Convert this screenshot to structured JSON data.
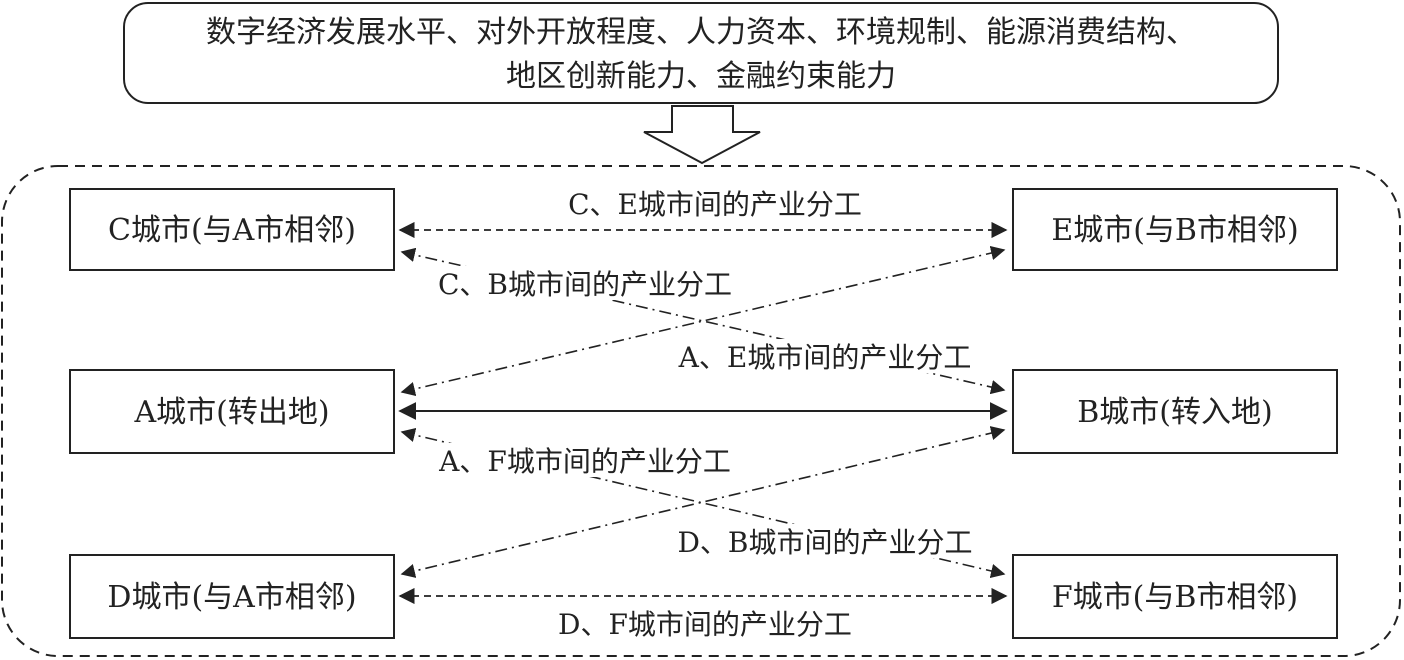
{
  "top_factors": {
    "line1": "数字经济发展水平、对外开放程度、人力资本、环境规制、能源消费结构、",
    "line2": "地区创新能力、金融约束能力"
  },
  "cities": {
    "c": "C城市(与A市相邻)",
    "e": "E城市(与B市相邻)",
    "a": "A城市(转出地)",
    "b": "B城市(转入地)",
    "d": "D城市(与A市相邻)",
    "f": "F城市(与B市相邻)"
  },
  "links": {
    "ce": "C、E城市间的产业分工",
    "cb": "C、B城市间的产业分工",
    "ae": "A、E城市间的产业分工",
    "af": "A、F城市间的产业分工",
    "db": "D、B城市间的产业分工",
    "df": "D、F城市间的产业分工"
  },
  "colors": {
    "stroke": "#222222",
    "background": "#ffffff"
  }
}
